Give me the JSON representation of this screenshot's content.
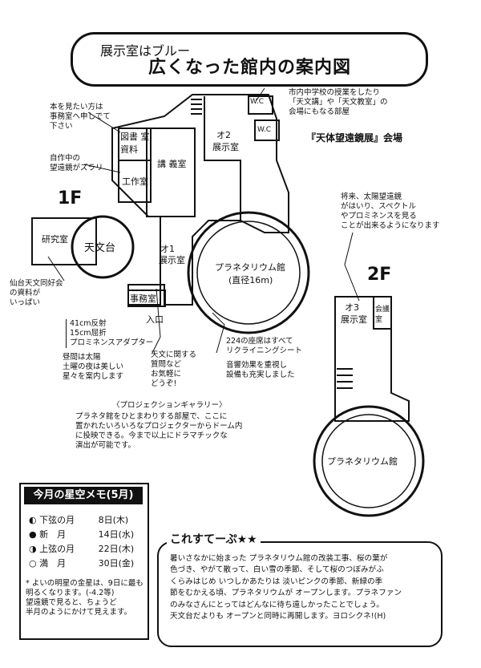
{
  "header": {
    "subtitle": "展示室はブルー",
    "title": "広くなった館内の案内図"
  },
  "floors": {
    "first": "1F",
    "second": "2F"
  },
  "rooms": {
    "library": "図書 室",
    "materials": "資料",
    "lecture": "講 義室",
    "workshop": "工作室",
    "research": "研究室",
    "observatory": "天文台",
    "exhibit1_num": "オ1",
    "exhibit1": "展示室",
    "exhibit2_num": "オ2",
    "exhibit2": "展示室",
    "office": "事務室",
    "entrance": "入口",
    "wc1": "W.C",
    "wc2": "W.C",
    "planetarium": "プラネタリウム館",
    "diameter": "(直径16m)",
    "exhibit3_num": "オ3",
    "exhibit3": "展示室",
    "meeting": "会議室",
    "planetarium2": "プラネタリウム館"
  },
  "notes": {
    "library_note": [
      "本を見たい方は",
      "事務室へ申しでて",
      "下さい"
    ],
    "telescope_note": [
      "自作中の",
      "望遠鏡がズラリ"
    ],
    "sendai_note": [
      "仙台天文同好会",
      "の資料が",
      "いっぱい"
    ],
    "reflector_note": [
      "41cm反射",
      "15cm屈折",
      "プロミネンスアダプター"
    ],
    "daytime_note": [
      "昼間は太陽",
      "土曜の夜は美しい",
      "星々を案内します"
    ],
    "question_note": [
      "天文に関する",
      "質問など",
      "お気軽に",
      "どうぞ!"
    ],
    "classroom_note": [
      "市内中学校の授業をしたり",
      "「天文講」や「天文教室」の",
      "会場にもなる部屋"
    ],
    "telescope_exhibit": "『天体望遠鏡展』会場",
    "seats_note": [
      "224の座席はすべて",
      "リクライニングシート"
    ],
    "sound_note": [
      "音響効果を重視し",
      "設備も充実しました"
    ],
    "solar_note": [
      "将来、太陽望遠鏡",
      "がはいり、スペクトル",
      "やプロミネンスを見る",
      "ことが出来るようになります"
    ],
    "gallery_title": "〈プロジェクションギャラリー〉",
    "gallery_text": [
      "プラネタ館をひとまわりする部屋で、ここに",
      "置かれたいろいろなプロジェクターからドーム内",
      "に投映できる。今まで以上にドラマチックな",
      "演出が可能です。"
    ]
  },
  "memo": {
    "title": "今月の星空メモ(5月)",
    "phases": [
      {
        "name": "下弦の月",
        "date": "8日(木)"
      },
      {
        "name": "新　月",
        "date": "14日(水)"
      },
      {
        "name": "上弦の月",
        "date": "22日(木)"
      },
      {
        "name": "満　月",
        "date": "30日(金)"
      }
    ],
    "note": [
      "* よいの明星の金星は、9日に最も",
      "明るくなります。(-4.2等)",
      "望遠鏡で見ると、ちょうど",
      "半月のようにかけて見えます。"
    ]
  },
  "news": {
    "title": "これすてーぷ★★",
    "lines": [
      "暑いさなかに始まった プラネタリウム館の改装工事、桜の葉が",
      "色づき、やがて散って、白い雪の季節、そして桜のつぼみがふ",
      "くらみはじめ いつしかあたりは 淡いピンクの季節、新緑の季",
      "節をむかえる頃、プラネタリウムが オープンします。プラネファン",
      "のみなさんにとってはどんなに待ち遠しかったことでしょう。",
      "天文台だよりも オープンと同時に再開します。ヨロシクネ!(H)"
    ]
  }
}
